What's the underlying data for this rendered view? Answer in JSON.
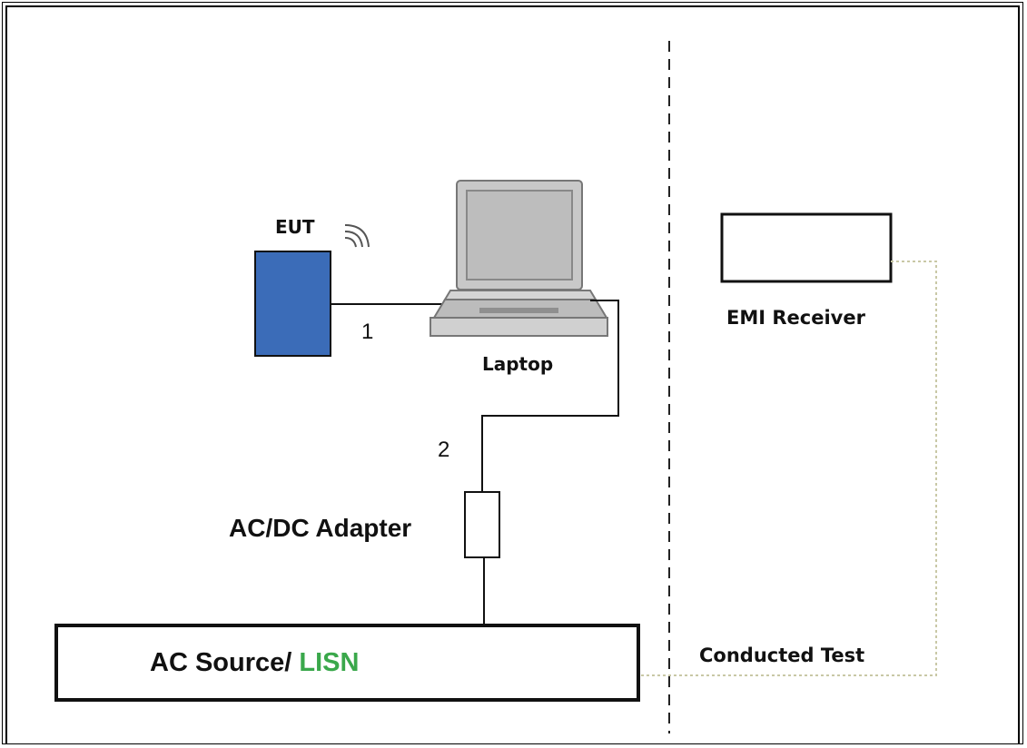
{
  "labels": {
    "eut": "EUT",
    "laptop": "Laptop",
    "emi_receiver": "EMI Receiver",
    "conducted_test": "Conducted Test",
    "cable_1": "1",
    "cable_2": "2",
    "adapter": "AC/DC Adapter",
    "ac_source": "AC Source/ ",
    "lisn": "LISN"
  },
  "colors": {
    "eut_fill": "#3b6cb8",
    "lisn_text": "#3aa84b",
    "dotted_cable": "#c9c8a6",
    "laptop_gray": "#bfbfbf"
  },
  "icons": {
    "wireless": "wifi-signal-icon",
    "laptop": "laptop-icon"
  }
}
